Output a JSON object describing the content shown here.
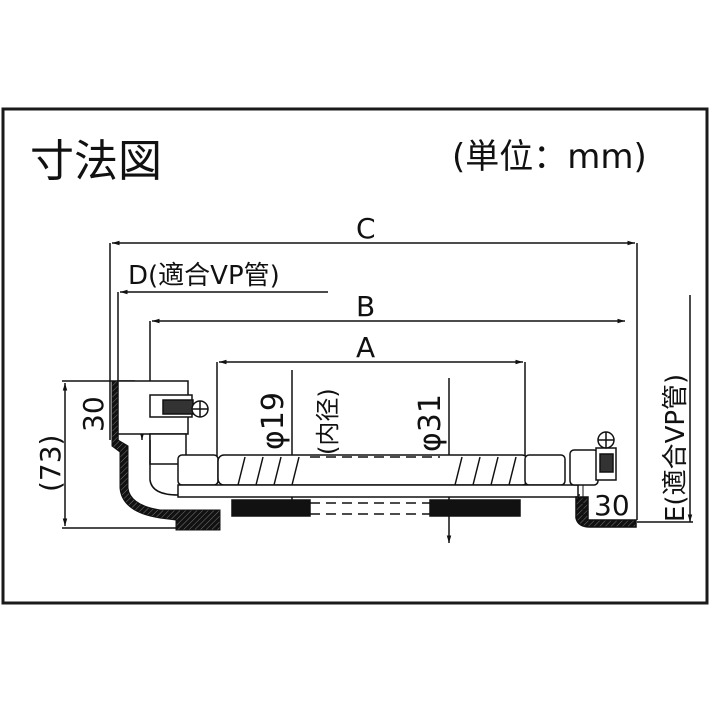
{
  "title": "寸法図",
  "unit": "(単位：mm)",
  "dimensions": {
    "A": "A",
    "B": "B",
    "C": "C",
    "D": "D(適合VP管)",
    "E": "E(適合VP管)",
    "phi_inner": "φ19",
    "inner_note": "(内径)",
    "phi_outer": "φ31",
    "left_height": "30",
    "total_height": "(73)",
    "right_width": "30"
  },
  "colors": {
    "line": "#111111",
    "background": "#ffffff",
    "frame": "#1a1a1a"
  }
}
